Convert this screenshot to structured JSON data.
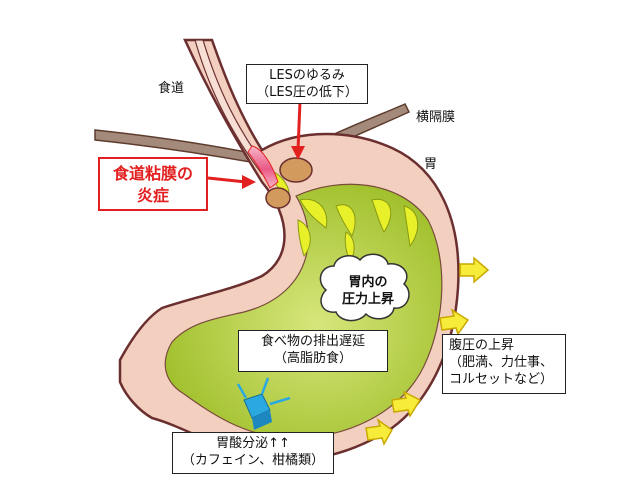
{
  "labels": {
    "esophagus": "食道",
    "diaphragm": "横隔膜",
    "stomach": "胃",
    "les_line1": "LESのゆるみ",
    "les_line2": "（LES圧の低下）",
    "inflammation_line1": "食道粘膜の",
    "inflammation_line2": "炎症",
    "pressure_line1": "胃内の",
    "pressure_line2": "圧力上昇",
    "delay_line1": "食べ物の排出遅延",
    "delay_line2": "（高脂肪食）",
    "abdominal_line1": "腹圧の上昇",
    "abdominal_line2": "（肥満、力仕事、",
    "abdominal_line3": "コルセットなど）",
    "acid_line1": "胃酸分泌↑↑",
    "acid_line2": "（カフェイン、柑橘類）"
  },
  "colors": {
    "stomach_wall": "#f3cfc0",
    "outline": "#6b2f2f",
    "gastric_content": "#b2cc3a",
    "acid_splash": "#e8f02a",
    "inflammation": "#e32020",
    "arrow_yellow": "#f7ec3a",
    "acid_cube": "#2aa9e0"
  }
}
